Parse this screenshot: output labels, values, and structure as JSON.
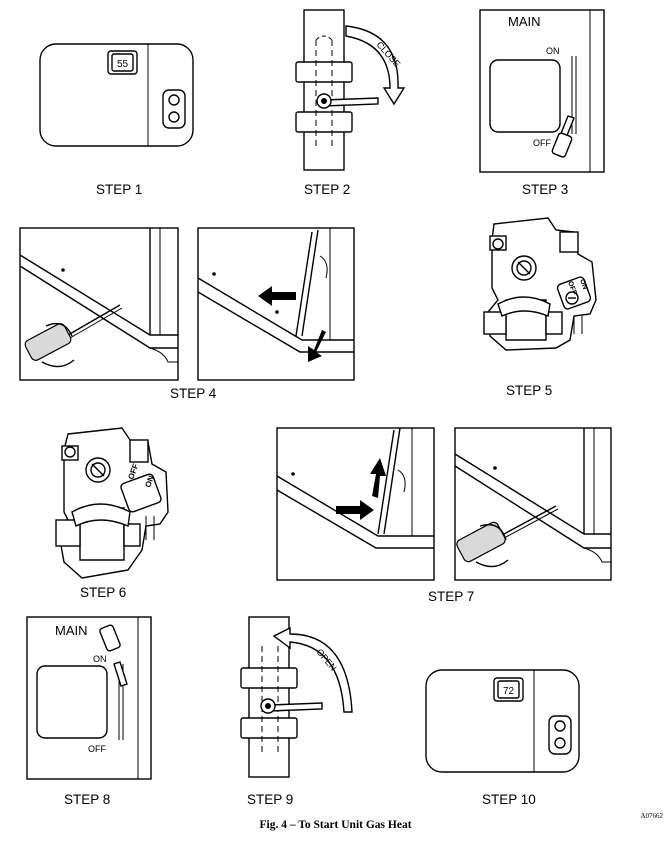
{
  "steps": [
    {
      "label": "STEP 1"
    },
    {
      "label": "STEP 2"
    },
    {
      "label": "STEP 3"
    },
    {
      "label": "STEP 4"
    },
    {
      "label": "STEP 5"
    },
    {
      "label": "STEP 6"
    },
    {
      "label": "STEP 7"
    },
    {
      "label": "STEP 8"
    },
    {
      "label": "STEP 9"
    },
    {
      "label": "STEP 10"
    }
  ],
  "thermostat_setpoints": {
    "step1": "55",
    "step10": "72"
  },
  "disconnect_switch": {
    "title": "MAIN",
    "on_label": "ON",
    "off_label": "OFF"
  },
  "gas_valve": {
    "close_label": "CLOSE",
    "open_label": "OPEN"
  },
  "control_knob": {
    "off_label": "OFF",
    "on_label": "ON"
  },
  "caption": "Fig. 4 – To Start Unit Gas Heat",
  "figure_code": "A07662"
}
